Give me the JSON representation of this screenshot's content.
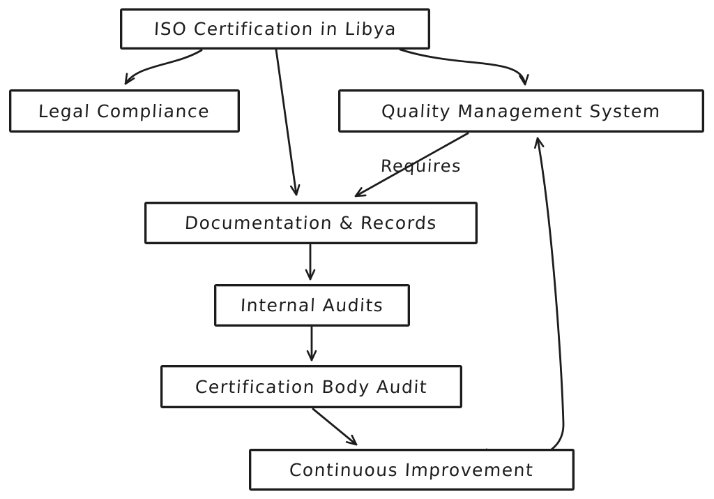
{
  "diagram": {
    "type": "flowchart",
    "style": "hand-drawn",
    "colors": {
      "stroke": "#1c1c1c",
      "background": "#ffffff",
      "box_fill": "#ffffff"
    },
    "nodes": [
      {
        "id": "iso",
        "label": "ISO Certification in Libya"
      },
      {
        "id": "legal",
        "label": "Legal Compliance"
      },
      {
        "id": "qms",
        "label": "Quality Management System"
      },
      {
        "id": "docs",
        "label": "Documentation & Records"
      },
      {
        "id": "internal",
        "label": "Internal Audits"
      },
      {
        "id": "certbody",
        "label": "Certification Body Audit"
      },
      {
        "id": "improve",
        "label": "Continuous Improvement"
      }
    ],
    "edges": [
      {
        "from": "iso",
        "to": "legal",
        "label": ""
      },
      {
        "from": "iso",
        "to": "docs",
        "label": ""
      },
      {
        "from": "iso",
        "to": "qms",
        "label": ""
      },
      {
        "from": "qms",
        "to": "docs",
        "label": "Requires"
      },
      {
        "from": "docs",
        "to": "internal",
        "label": ""
      },
      {
        "from": "internal",
        "to": "certbody",
        "label": ""
      },
      {
        "from": "certbody",
        "to": "improve",
        "label": ""
      },
      {
        "from": "improve",
        "to": "qms",
        "label": ""
      }
    ]
  }
}
